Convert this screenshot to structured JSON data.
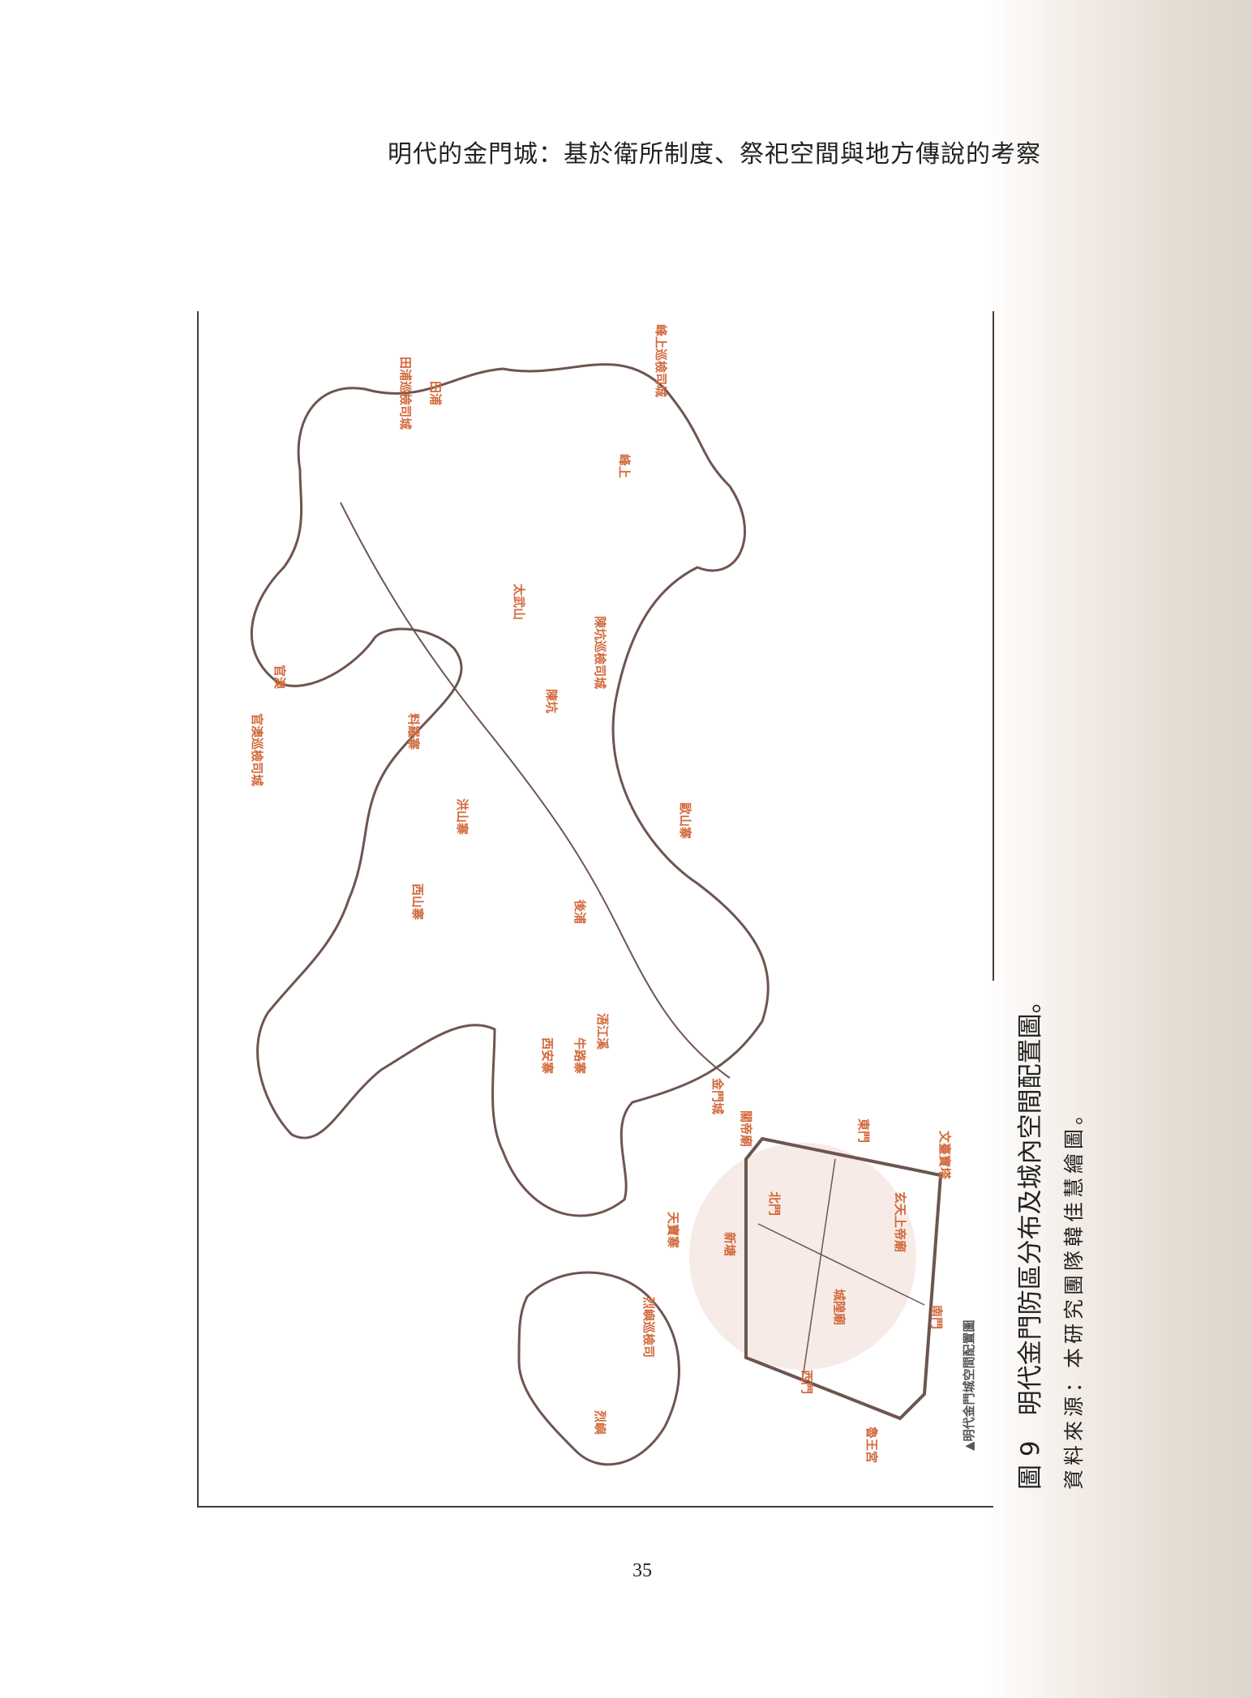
{
  "header": {
    "running_title": "明代的金門城：基於衛所制度、祭祀空間與地方傳說的考察"
  },
  "figure": {
    "caption": "圖 9　明代金門防區分布及城內空間配置圖。",
    "source": "資料來源：本研究團隊韓佳慧繪圖。",
    "inset_title": "▲明代金門城空間配置圖",
    "map_labels": {
      "guanao_city": "官澳巡檢司城",
      "guanao": "官澳",
      "tianpu_city": "田浦巡檢司城",
      "tianpu": "田浦",
      "fengshang_city": "峰上巡檢司城",
      "fengshang": "峰上",
      "taiwu": "太武山",
      "chenkeng_city": "陳坑巡檢司城",
      "chenkeng": "陳坑",
      "liaoluo": "料羅寨",
      "hongshan": "洪山寨",
      "xishan": "西山寨",
      "oushan": "歐山寨",
      "houpu": "後浦",
      "wujiang": "浯江溪",
      "niulu": "牛路寨",
      "xian": "西安寨",
      "jinmen_city": "金門城",
      "tianbao": "天寶寨",
      "lieyu_city": "烈嶼巡檢司",
      "lieyu": "烈嶼",
      "guandi": "關帝廟",
      "xuantian": "玄天上帝廟",
      "wentai": "文臺寶塔",
      "east_gate": "東門",
      "south_gate": "南門",
      "west_gate": "西門",
      "north_gate": "北門",
      "chenghuang": "城隍廟",
      "luwang": "魯王宮",
      "xinzheng": "新塘"
    }
  },
  "page_number": "35",
  "colors": {
    "label": "#d2693c",
    "line": "#6e5550",
    "inset_bg": "#f6ebe6"
  }
}
